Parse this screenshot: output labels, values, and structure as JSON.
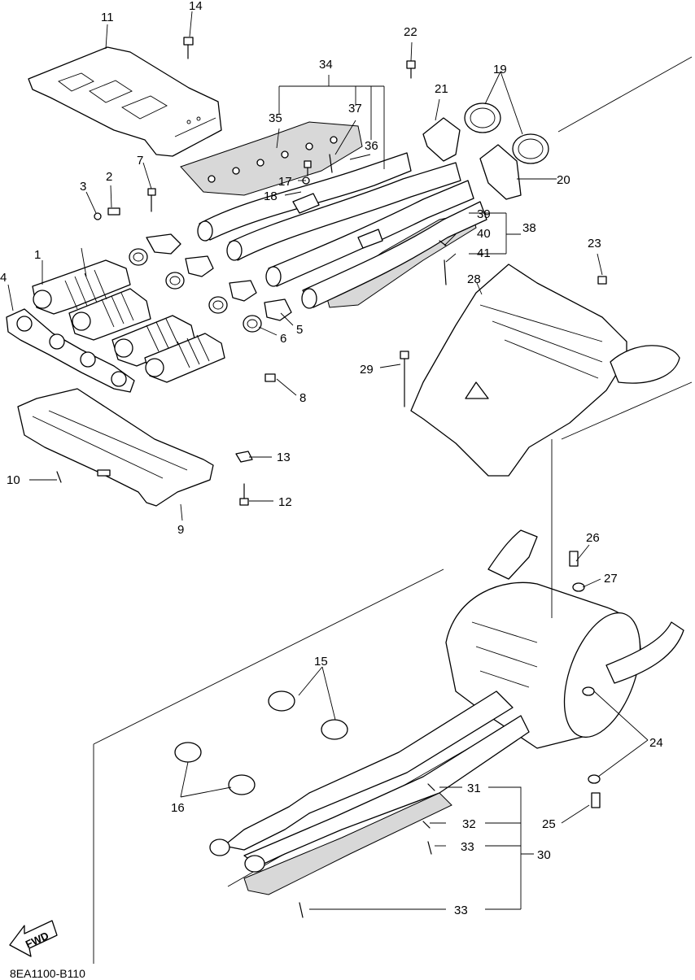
{
  "labels": {
    "l1": "1",
    "l2": "2",
    "l3": "3",
    "l4": "4",
    "l5": "5",
    "l6": "6",
    "l7": "7",
    "l8": "8",
    "l9": "9",
    "l10": "10",
    "l11": "11",
    "l12": "12",
    "l13": "13",
    "l14": "14",
    "l15": "15",
    "l16": "16",
    "l17": "17",
    "l18": "18",
    "l19": "19",
    "l20": "20",
    "l21": "21",
    "l22": "22",
    "l23": "23",
    "l24": "24",
    "l25": "25",
    "l26": "26",
    "l27": "27",
    "l28": "28",
    "l29": "29",
    "l30": "30",
    "l31": "31",
    "l32": "32",
    "l33a": "33",
    "l33b": "33",
    "l34": "34",
    "l35": "35",
    "l36": "36",
    "l37": "37",
    "l38": "38",
    "l39": "39",
    "l40": "40",
    "l41": "41"
  },
  "fwd_label": "FWD",
  "diagram_code": "8EA1100-B110"
}
